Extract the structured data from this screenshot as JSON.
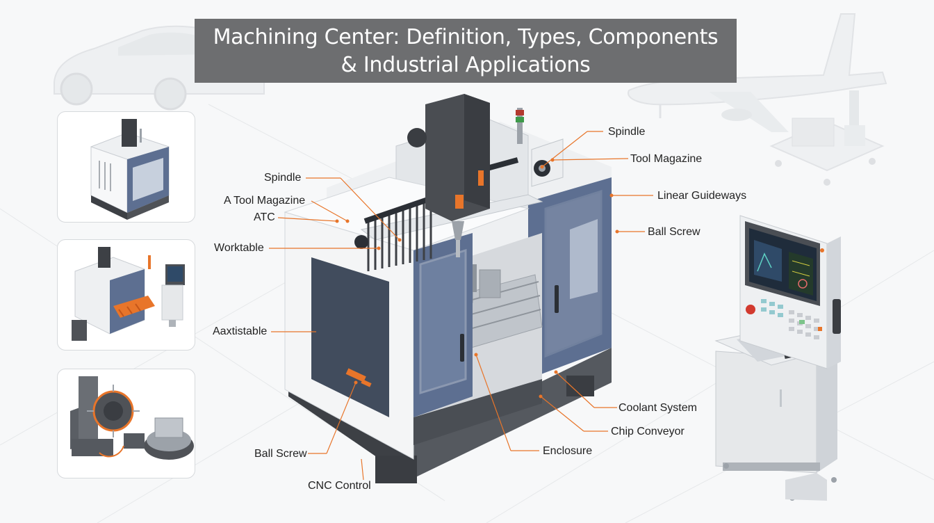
{
  "title": {
    "line1": "Machining Center: Definition, Types, Components",
    "line2": "& Industrial Applications"
  },
  "callouts": {
    "spindle_left": "Spindle",
    "tool_magazine_left": "A Tool Magazine",
    "atc": "ATC",
    "worktable": "Worktable",
    "axistable": "Aaxtistable",
    "ball_screw_left": "Ball Screw",
    "cnc_control": "CNC Control",
    "spindle_right": "Spindle",
    "tool_magazine_right": "Tool Magazine",
    "linear_guideways": "Linear Guideways",
    "ball_screw_right": "Ball Screw",
    "coolant_system": "Coolant System",
    "chip_conveyor": "Chip Conveyor",
    "enclosure": "Enclosure"
  },
  "thumbnails": [
    {
      "name": "vertical-machining-center"
    },
    {
      "name": "machining-center-with-controller"
    },
    {
      "name": "horizontal-machining-center"
    }
  ],
  "colors": {
    "accent": "#e8752a",
    "enclosure_blue": "#5d6f91",
    "title_bg": "#6d6e70",
    "machine_dark": "#4f5257"
  }
}
